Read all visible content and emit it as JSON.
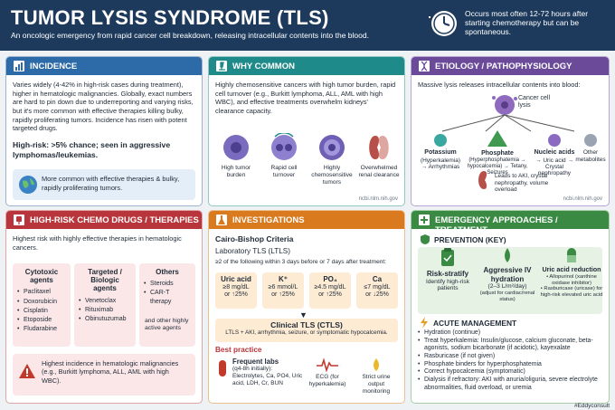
{
  "header": {
    "title": "TUMOR LYSIS SYNDROME (TLS)",
    "subtitle": "An oncologic emergency from rapid cancer cell breakdown, releasing intracellular contents into the blood.",
    "timing": "Occurs most often 12-72 hours after starting chemotherapy but can be spontaneous."
  },
  "incidence": {
    "title": "INCIDENCE",
    "body": "Varies widely (4-42% in high-risk cases during treatment), higher in hematologic malignancies. Globally, exact numbers are hard to pin down due to underreporting and varying risks, but it's more common with effective therapies killing bulky, rapidly proliferating tumors. Incidence has risen with potent targeted drugs.",
    "highlight": "High-risk: >5% chance; seen in aggressive lymphomas/leukemias.",
    "note": "More common with effective therapies & bulky, rapidly proliferating tumors."
  },
  "why_common": {
    "title": "WHY COMMON",
    "body": "Highly chemosensitive cancers with high tumor burden, rapid cell turnover (e.g., Burkitt lymphoma, ALL, AML with high WBC), and effective treatments overwhelm kidneys' clearance capacity.",
    "icons": [
      {
        "label": "High tumor burden"
      },
      {
        "label": "Rapid cell turnover"
      },
      {
        "label": "Highly chemosensitive tumors"
      },
      {
        "label": "Overwhelmed renal clearance"
      }
    ],
    "source": "ncbi.nlm.nih.gov"
  },
  "etiology": {
    "title": "ETIOLOGY / PATHOPHYSIOLOGY",
    "intro": "Massive lysis releases intracellular contents into blood:",
    "center": "Cancer cell lysis",
    "items": [
      {
        "name": "Potassium",
        "detail": "(Hyperkalemia) → Arrhythmias"
      },
      {
        "name": "Phosphate",
        "detail": "(Hyperphosphatemia → hypocalcemia) → Tetany, Seizures"
      },
      {
        "name": "Nucleic acids",
        "detail": "→ Uric acid → Crystal nephropathy"
      },
      {
        "name": "Other metabolites",
        "detail": ""
      }
    ],
    "result": "Leads to AKI, crystal nephropathy, volume overload",
    "source": "ncbi.nlm.nih.gov"
  },
  "drugs": {
    "title": "HIGH-RISK CHEMO DRUGS / THERAPIES",
    "intro": "Highest risk with highly effective therapies in hematologic cancers.",
    "groups": [
      {
        "title": "Cytotoxic agents",
        "items": [
          "Paclitaxel",
          "Doxorubicin",
          "Cisplatin",
          "Etoposide",
          "Fludarabine"
        ]
      },
      {
        "title": "Targeted / Biologic agents",
        "items": [
          "Venetoclax",
          "Rituximab",
          "Obinutuzumab"
        ]
      },
      {
        "title": "Others",
        "items": [
          "Steroids",
          "CAR-T therapy"
        ],
        "extra": "and other highly active agents"
      }
    ],
    "warning": "Highest incidence in hematologic malignancies (e.g., Burkitt lymphoma, ALL, AML with high WBC)."
  },
  "investigations": {
    "title": "INVESTIGATIONS",
    "criteria_title": "Cairo-Bishop Criteria",
    "ltls_title": "Laboratory TLS (LTLS)",
    "ltls_desc": "≥2 of the following within 3 days before or 7 days after treatment:",
    "labs": [
      {
        "name": "Uric acid",
        "v1": "≥8 mg/dL",
        "v2": "or ↑25%"
      },
      {
        "name": "K⁺",
        "v1": "≥6 mmol/L",
        "v2": "or ↑25%"
      },
      {
        "name": "PO₄",
        "v1": "≥4.5 mg/dL",
        "v2": "or ↑25%"
      },
      {
        "name": "Ca",
        "v1": "≤7 mg/dL",
        "v2": "or ↓25%"
      }
    ],
    "ctls_title": "Clinical TLS (CTLS)",
    "ctls_desc": "LTLS + AKI, arrhythmia, seizure, or symptomatic hypocalcemia.",
    "best_title": "Best practice",
    "best": [
      {
        "title": "Frequent labs",
        "detail": "(q4-8h initially): Electrolytes, Ca, PO4, Uric acid, LDH, Cr, BUN"
      },
      {
        "title": "",
        "detail": "ECG (for hyperkalemia)"
      },
      {
        "title": "",
        "detail": "Strict urine output monitoring"
      }
    ]
  },
  "emergency": {
    "title": "EMERGENCY APPROACHES / TREATMENT",
    "prevention_title": "PREVENTION (KEY)",
    "prevention": [
      {
        "title": "Risk-stratify",
        "detail": "Identify high-risk patients"
      },
      {
        "title": "Aggressive IV hydration",
        "detail": "(2–3 L/m²/day)",
        "extra": "(adjust for cardiac/renal status)"
      },
      {
        "title": "Uric acid reduction",
        "detail": "• Allopurinol (xanthine oxidase inhibitor)",
        "extra": "• Rasburicase (uricase) for high-risk elevated uric acid"
      }
    ],
    "acute_title": "ACUTE MANAGEMENT",
    "acute": [
      "Hydration (continue)",
      "Treat hyperkalemia: Insulin/glucose, calcium gluconate, beta-agonists, sodium bicarbonate (if acidotic), kayexalate",
      "Rasburicase (if not given)",
      "Phosphate binders for hyperphosphatemia",
      "Correct hypocalcemia (symptomatic)",
      "Dialysis if refractory: AKI with anuria/oliguria, severe electrolyte abnormalities, fluid overload, or uremia"
    ],
    "handle": "#Eddyconsult"
  },
  "colors": {
    "header": "#1d3a5c",
    "incidence": "#2d6aa8",
    "why": "#1f8a8a",
    "etiology": "#6b4a9a",
    "drugs": "#b8353b",
    "investigations": "#d97a1e",
    "emergency": "#3a8a44"
  }
}
